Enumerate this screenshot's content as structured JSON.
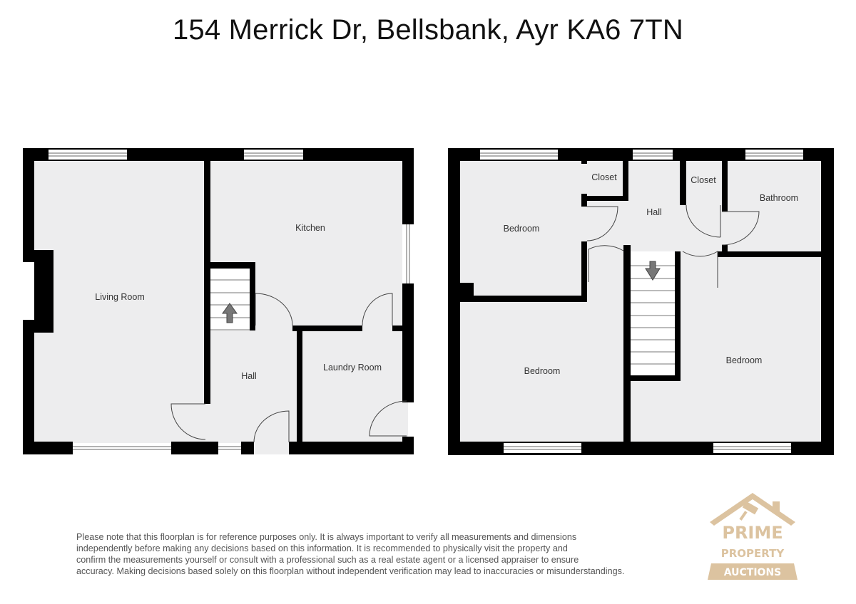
{
  "title": "154 Merrick Dr, Bellsbank, Ayr KA6 7TN",
  "ground_floor": {
    "rooms": {
      "living_room": "Living Room",
      "kitchen": "Kitchen",
      "hall": "Hall",
      "laundry_room": "Laundry Room"
    },
    "stairs_direction": "up"
  },
  "upper_floor": {
    "rooms": {
      "closet_1": "Closet",
      "closet_2": "Closet",
      "bathroom": "Bathroom",
      "hall": "Hall",
      "bedroom_1": "Bedroom",
      "bedroom_2": "Bedroom",
      "bedroom_3": "Bedroom"
    },
    "stairs_direction": "down"
  },
  "disclaimer": [
    "Please note that this floorplan is for reference purposes only. It is always important to verify all measurements and dimensions",
    "independently before making any decisions based on this information. It is recommended to physically visit the property and",
    "confirm the measurements yourself or consult with a professional such as a real estate agent or a licensed appraiser to ensure",
    "accuracy. Making decisions based solely on this floorplan without independent verification may lead to inaccuracies or misunderstandings."
  ],
  "logo": {
    "line1": "PRIME",
    "line2": "PROPERTY",
    "line3": "AUCTIONS",
    "color": "#dcc3a0"
  }
}
